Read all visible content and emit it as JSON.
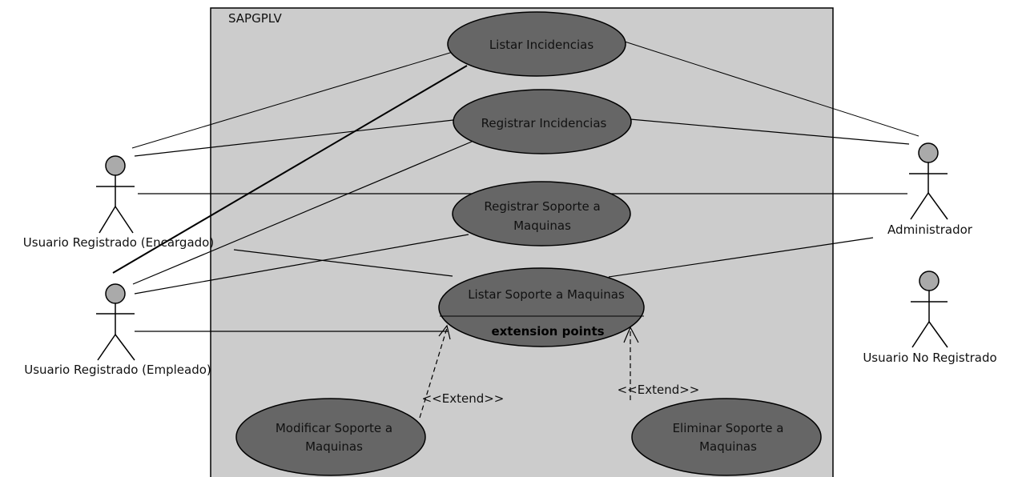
{
  "system": {
    "name": "SAPGPLV"
  },
  "actors": {
    "encargado": "Usuario Registrado (Encargado)",
    "empleado": "Usuario Registrado (Empleado)",
    "administrador": "Administrador",
    "no_registrado": "Usuario No Registrado"
  },
  "use_cases": {
    "listar_incidencias": "Listar Incidencias",
    "registrar_incidencias": "Registrar Incidencias",
    "registrar_soporte_1": "Registrar Soporte a",
    "registrar_soporte_2": "Maquinas",
    "listar_soporte": "Listar Soporte a Maquinas",
    "extension_points": "extension points",
    "modificar_soporte_1": "Modificar Soporte a",
    "modificar_soporte_2": "Maquinas",
    "eliminar_soporte_1": "Eliminar Soporte a",
    "eliminar_soporte_2": "Maquinas"
  },
  "relations": {
    "extend_left": "<<Extend>>",
    "extend_right": "<<Extend>>"
  },
  "colors": {
    "system_fill": "#cccccc",
    "use_case_fill": "#666666",
    "actor_head_fill": "#aaaaaa",
    "line": "#000000",
    "background": "#ffffff"
  }
}
